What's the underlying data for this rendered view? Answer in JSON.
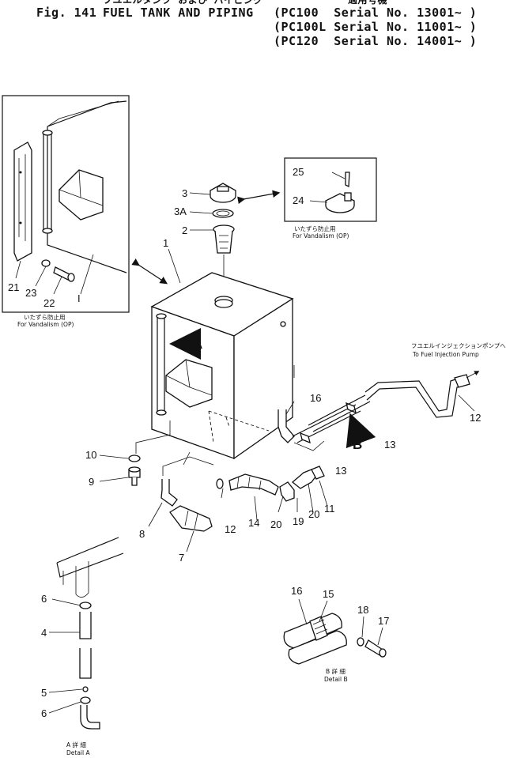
{
  "header": {
    "jp_top": "フユエルタンク および パイピング",
    "fig_no": "Fig. 141",
    "title": "FUEL TANK AND PIPING",
    "jp_applicable": "適用号機",
    "applicability": [
      "(PC100  Serial No. 13001~ )",
      "(PC100L Serial No. 11001~ )",
      "(PC120  Serial No. 14001~ )"
    ]
  },
  "labels": {
    "vandalism_jp": "いたずら防止用",
    "vandalism_en": "For Vandalism (OP)",
    "pump_jp": "フユエルインジェクションポンプへ",
    "pump_en": "To Fuel Injection Pump",
    "view_a": "A",
    "view_b": "B",
    "detail_a_jp": "A 詳 細",
    "detail_a_en": "Detail A",
    "detail_b_jp": "B 詳 細",
    "detail_b_en": "Detail B",
    "inset_ref": "I"
  },
  "callouts": {
    "c1": "1",
    "c2": "2",
    "c3": "3",
    "c3a": "3A",
    "c4": "4",
    "c5": "5",
    "c6a": "6",
    "c6b": "6",
    "c7": "7",
    "c8": "8",
    "c9": "9",
    "c10": "10",
    "c11": "11",
    "c12a": "12",
    "c12b": "12",
    "c13a": "13",
    "c13b": "13",
    "c14": "14",
    "c15": "15",
    "c16a": "16",
    "c16b": "16",
    "c17": "17",
    "c18": "18",
    "c19": "19",
    "c20a": "20",
    "c20b": "20",
    "c21": "21",
    "c22": "22",
    "c23": "23",
    "c24": "24",
    "c25": "25"
  }
}
